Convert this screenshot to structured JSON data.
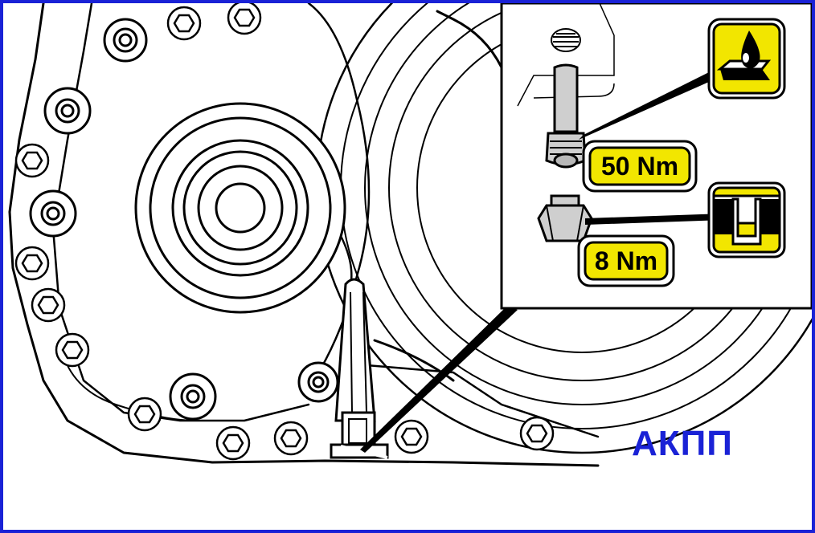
{
  "diagram": {
    "caption": "АКПП",
    "inset": {
      "upper_torque": "50 Nm",
      "lower_torque": "8 Nm",
      "upper_icon": "oil-drop-icon",
      "lower_icon": "sealing-washer-icon"
    },
    "colors": {
      "frame": "#1a22d6",
      "caption": "#1a22d6",
      "badge_fill": "#f2e600",
      "icon_fill": "#f2e600",
      "part_gray": "#cfcfcf"
    }
  }
}
